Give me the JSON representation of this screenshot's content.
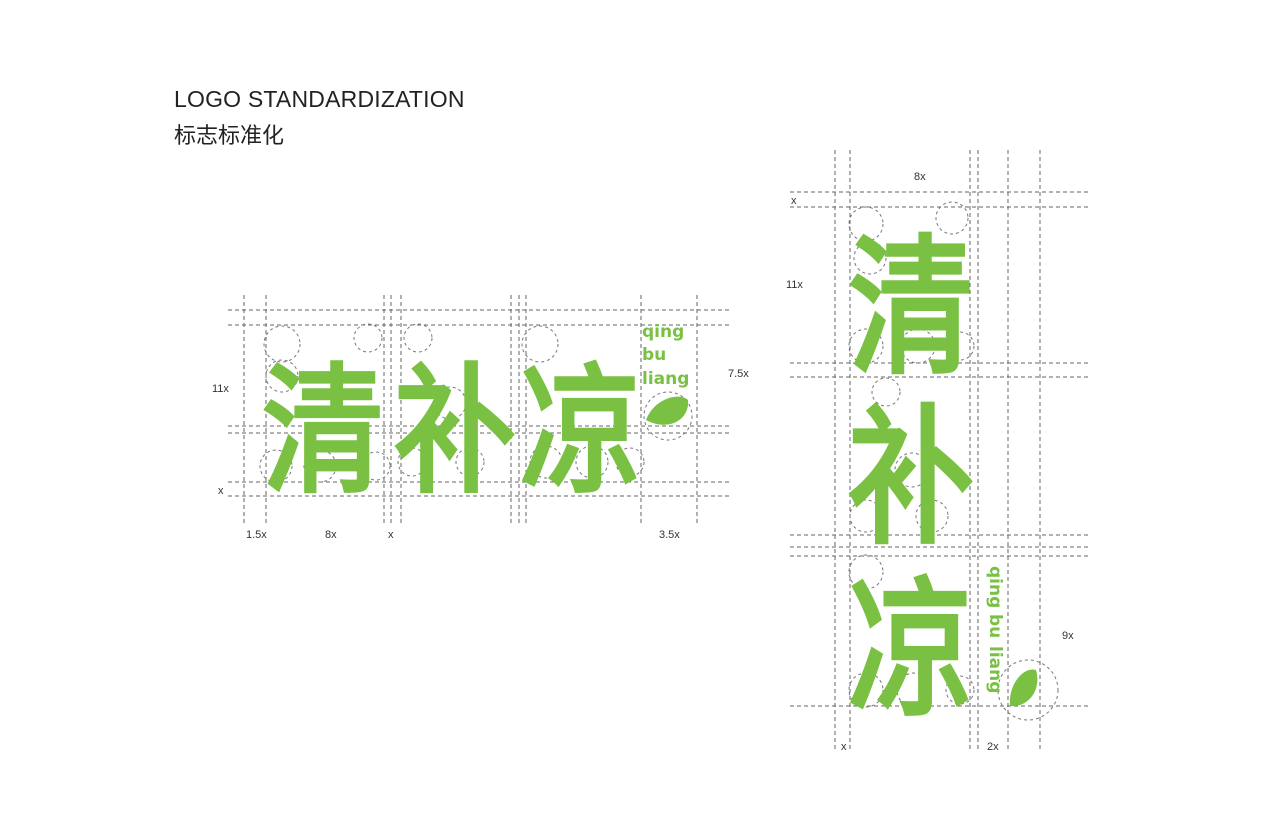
{
  "header": {
    "title_en": "LOGO STANDARDIZATION",
    "title_cn": "标志标准化"
  },
  "logo": {
    "characters": [
      "清",
      "补",
      "凉"
    ],
    "pinyin": [
      "qing",
      "bu",
      "liang"
    ],
    "brand_color": "#7ac143"
  },
  "horizontal_layout": {
    "label_height": "11x",
    "label_margin_bottom": "x",
    "label_left_margin": "1.5x",
    "label_char_width": "8x",
    "label_gap": "x",
    "label_pinyin_width": "3.5x",
    "label_pinyin_height": "7.5x"
  },
  "vertical_layout": {
    "label_width": "8x",
    "label_top_margin": "x",
    "label_char_height": "11x",
    "label_pinyin_height": "9x",
    "label_bottom_left": "x",
    "label_bottom_right": "2x"
  }
}
